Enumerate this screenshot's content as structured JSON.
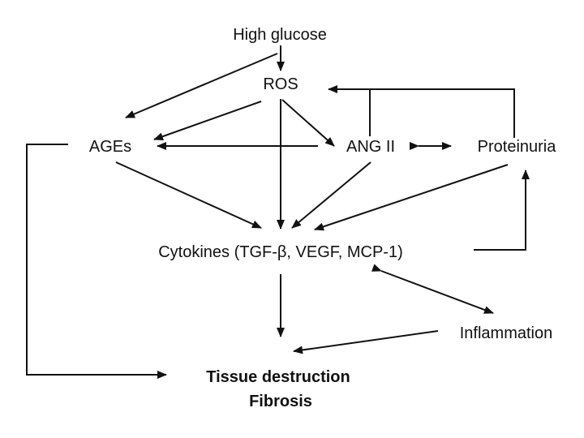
{
  "diagram": {
    "nodes": {
      "high_glucose": "High glucose",
      "ros": "ROS",
      "ages": "AGEs",
      "ang_ii": "ANG II",
      "proteinuria": "Proteinuria",
      "cytokines": "Cytokines (TGF-β, VEGF, MCP-1)",
      "inflammation": "Inflammation",
      "tissue_destruction": "Tissue destruction",
      "fibrosis": "Fibrosis"
    },
    "edges": [
      {
        "from": "high_glucose",
        "to": "ros"
      },
      {
        "from": "high_glucose",
        "to": "ages"
      },
      {
        "from": "ros",
        "to": "ages"
      },
      {
        "from": "ros",
        "to": "ang_ii"
      },
      {
        "from": "ros",
        "to": "cytokines"
      },
      {
        "from": "ang_ii",
        "to": "ages"
      },
      {
        "from": "ang_ii",
        "to": "proteinuria",
        "bidirectional": true
      },
      {
        "from": "ang_ii",
        "to": "ros"
      },
      {
        "from": "proteinuria",
        "to": "ros"
      },
      {
        "from": "ages",
        "to": "cytokines"
      },
      {
        "from": "ang_ii",
        "to": "cytokines"
      },
      {
        "from": "proteinuria",
        "to": "cytokines"
      },
      {
        "from": "cytokines",
        "to": "proteinuria"
      },
      {
        "from": "cytokines",
        "to": "inflammation",
        "bidirectional": true
      },
      {
        "from": "cytokines",
        "to": "tissue_destruction"
      },
      {
        "from": "inflammation",
        "to": "tissue_destruction"
      },
      {
        "from": "ages",
        "to": "tissue_destruction"
      }
    ]
  }
}
